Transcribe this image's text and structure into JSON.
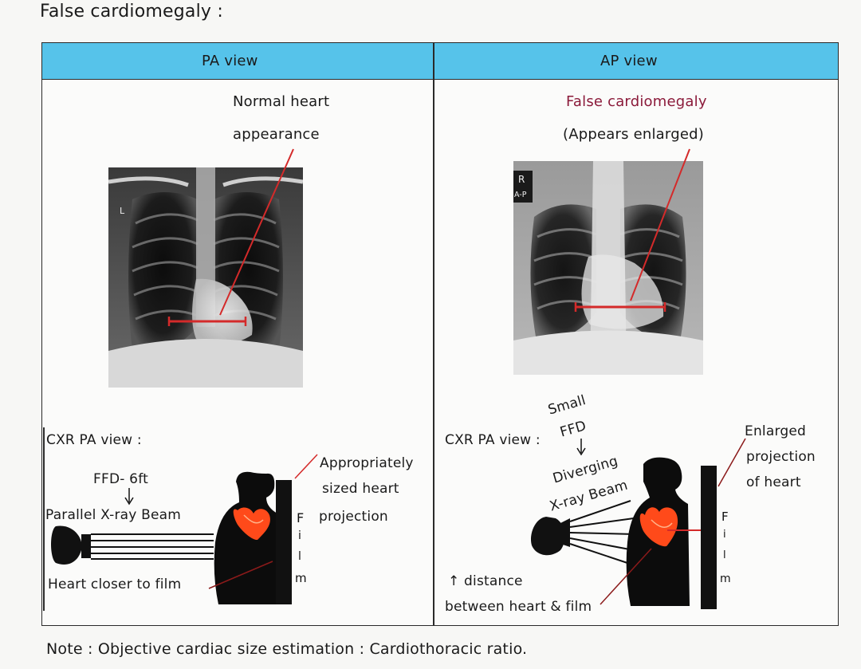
{
  "title": "False cardiomegaly :",
  "columns": [
    {
      "header": "PA view",
      "caption_line1": "Normal heart",
      "caption_line2": "appearance",
      "xray_marker": "L",
      "diagram_title": "CXR PA view :",
      "ffd_label": "FFD- 6ft",
      "beam_label": "Parallel X-ray Beam",
      "heart_label": "Heart closer to film",
      "projection_label_line1": "Appropriately",
      "projection_label_line2": "sized heart",
      "projection_label_line3": "projection",
      "film_letters": [
        "F",
        "i",
        "l",
        "m"
      ]
    },
    {
      "header": "AP view",
      "caption_line1": "False cardiomegaly",
      "caption_line2": "(Appears enlarged)",
      "xray_marker_top": "R",
      "xray_marker_bottom": "A-P",
      "diagram_title": "CXR PA view :",
      "ffd_small": "Small",
      "ffd_label": "FFD",
      "beam_label_line1": "Diverging",
      "beam_label_line2": "X-ray Beam",
      "distance_line1": "↑ distance",
      "distance_line2": "between heart & film",
      "projection_label_line1": "Enlarged",
      "projection_label_line2": "projection",
      "projection_label_line3": "of heart",
      "film_letters": [
        "F",
        "i",
        "l",
        "m"
      ]
    }
  ],
  "note": "Note : Objective cardiac size estimation : Cardiothoracic ratio.",
  "colors": {
    "header_bg": "#56c3ea",
    "annotation_red": "#d42a2a",
    "caption_maroon": "#8b1a3a",
    "heart_orange": "#ff4a1a"
  }
}
